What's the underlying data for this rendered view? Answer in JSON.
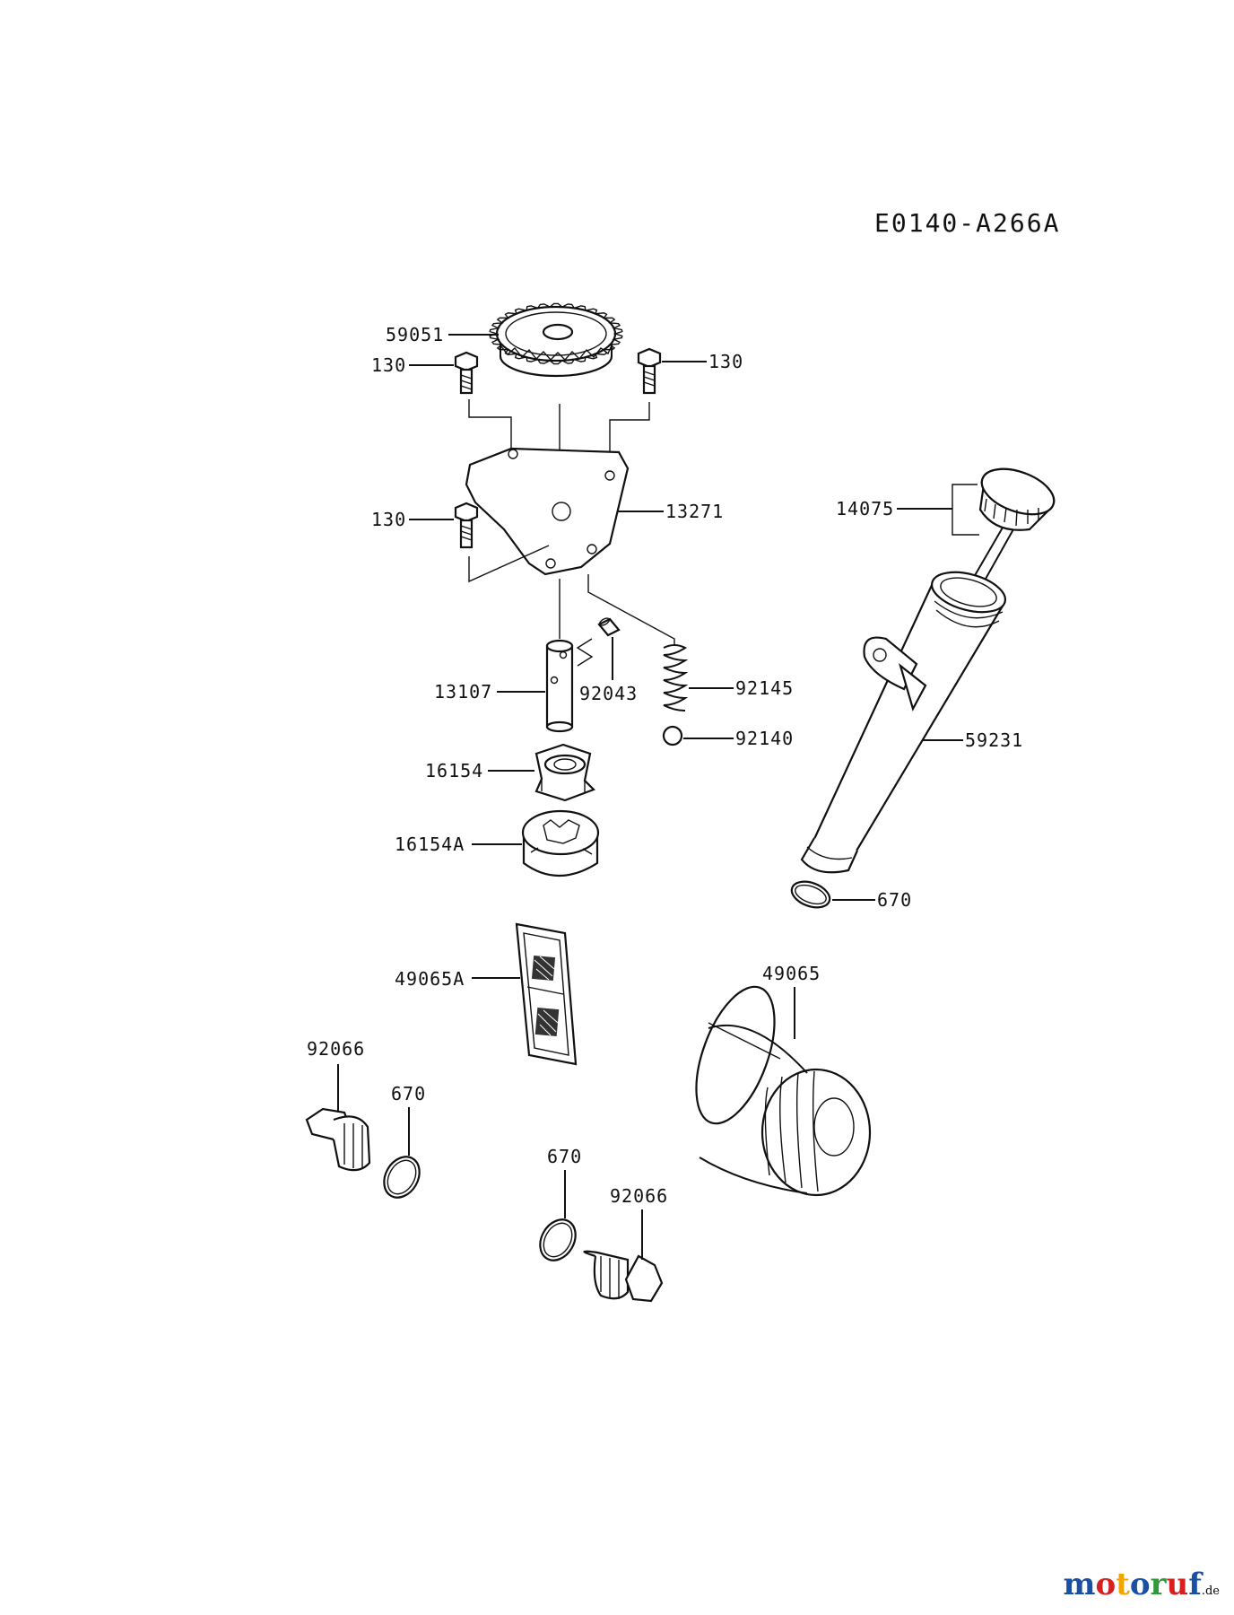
{
  "diagram_code": "E0140-A266A",
  "labels": {
    "gear": "59051",
    "bolt_left_top": "130",
    "bolt_right_top": "130",
    "bolt_left_mid": "130",
    "plate": "13271",
    "dipstick_cap": "14075",
    "shaft": "13107",
    "pin": "92043",
    "spring": "92145",
    "ball": "92140",
    "dip_tube": "59231",
    "inner_rotor": "16154",
    "outer_rotor": "16154A",
    "tube_oring": "670",
    "screen": "49065A",
    "oil_filter": "49065",
    "plug_left": "92066",
    "oring_left": "670",
    "oring_center": "670",
    "plug_right": "92066"
  },
  "watermark": {
    "name": "motoruf",
    "suffix": ".de",
    "colors": [
      "#1a4fa3",
      "#d62020",
      "#f0a500",
      "#1a4fa3",
      "#2e9a3a",
      "#d62020",
      "#1a4fa3"
    ]
  }
}
